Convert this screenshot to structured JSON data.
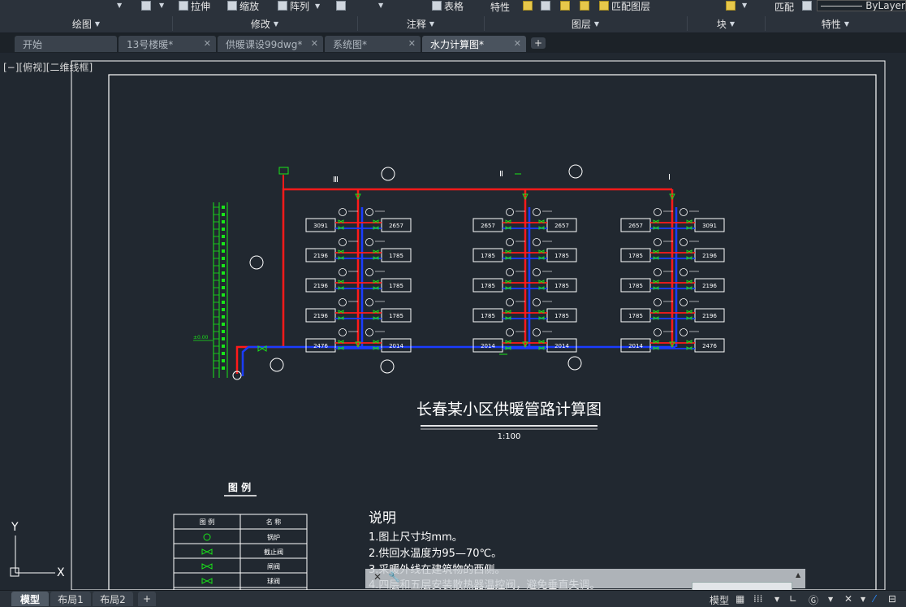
{
  "ribbon": {
    "buttons": {
      "stretch": "拉伸",
      "scale": "缩放",
      "array": "阵列",
      "table": "表格",
      "properties": "特性",
      "match_layer": "匹配图层",
      "match": "匹配",
      "bylayer": "ByLayer"
    },
    "panels": {
      "draw": "绘图",
      "modify": "修改",
      "annotate": "注释",
      "layers": "图层",
      "block": "块",
      "properties": "特性"
    }
  },
  "tabs": [
    {
      "label": "开始"
    },
    {
      "label": "13号楼暖*"
    },
    {
      "label": "供暖课设99dwg*"
    },
    {
      "label": "系统图*"
    },
    {
      "label": "水力计算图*",
      "active": true
    }
  ],
  "viewport": {
    "label": "[−][俯视][二维线框]"
  },
  "drawing": {
    "title": "长春某小区供暖管路计算图",
    "scale": "1:100",
    "notes_title": "说明",
    "notes": [
      "1.图上尺寸均mm。",
      "2.供回水温度为95—70℃。",
      "3.采暖外线在建筑物的西侧。",
      "4.四层和五层安装散热器温控阀，避免垂直失调。"
    ],
    "legend_title": "图 例",
    "legend_headers": [
      "图 例",
      "名 称"
    ],
    "legend_rows": [
      "锅炉",
      "截止阀",
      "闸阀",
      "球阀"
    ],
    "stack_labels": [
      "Ⅲ",
      "Ⅱ",
      "Ⅰ"
    ],
    "elevation": "±0.00",
    "columns": [
      {
        "left": [
          "3091",
          "2196",
          "2196",
          "2196",
          "2476"
        ],
        "right": [
          "2657",
          "1785",
          "1785",
          "1785",
          "2014"
        ]
      },
      {
        "left": [
          "2657",
          "1785",
          "1785",
          "1785",
          "2014"
        ],
        "right": [
          "2657",
          "1785",
          "1785",
          "1785",
          "2014"
        ]
      },
      {
        "left": [
          "2657",
          "1785",
          "1785",
          "1785",
          "2014"
        ],
        "right": [
          "3091",
          "2196",
          "2196",
          "2196",
          "2476"
        ]
      }
    ]
  },
  "command": {
    "close": "✕",
    "tool": "🔧"
  },
  "layouts": [
    {
      "label": "模型",
      "active": true
    },
    {
      "label": "布局1"
    },
    {
      "label": "布局2"
    },
    {
      "label": "+"
    }
  ],
  "status": {
    "model": "模型"
  },
  "colors": {
    "supply": "#ff1a1a",
    "return": "#1a3cff",
    "valve": "#19e619",
    "line": "#ffffff",
    "background": "#212830"
  }
}
